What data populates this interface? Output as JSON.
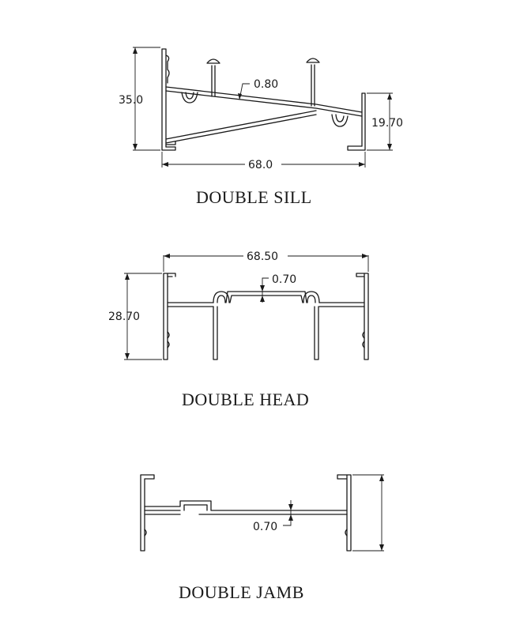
{
  "sections": [
    {
      "title": "DOUBLE SILL",
      "dims": {
        "height": "35.0",
        "width": "68.0",
        "wall": "0.80",
        "side_height": "19.70"
      }
    },
    {
      "title": "DOUBLE HEAD",
      "dims": {
        "width": "68.50",
        "height": "28.70",
        "wall": "0.70"
      }
    },
    {
      "title": "DOUBLE JAMB",
      "dims": {
        "wall": "0.70"
      }
    }
  ]
}
